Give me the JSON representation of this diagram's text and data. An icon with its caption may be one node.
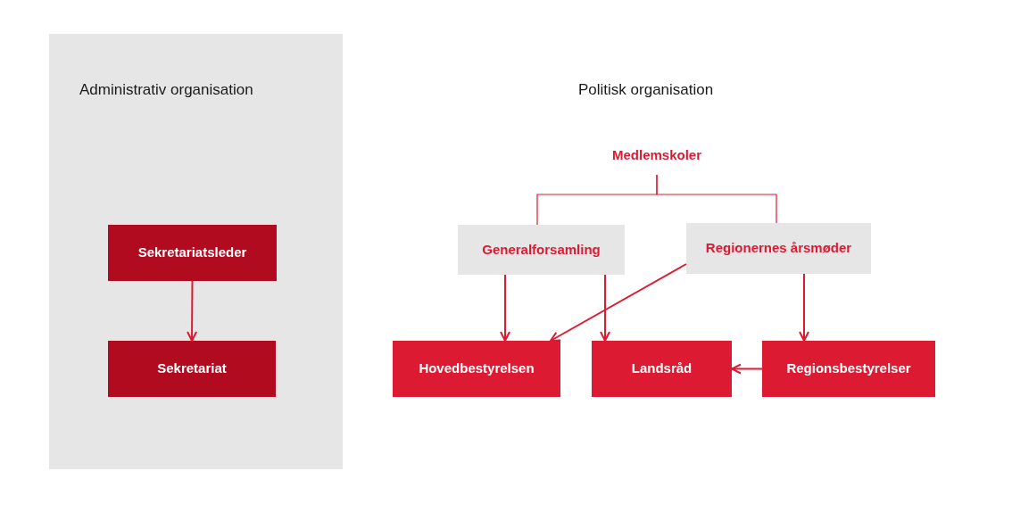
{
  "diagram": {
    "nodes": [
      {
        "text": [
          "Administrativ organisation"
        ]
      },
      {
        "text": [
          "Sekretariatsleder"
        ],
        "in": 0
      },
      {
        "text": [
          "Sekretariat"
        ],
        "in": 0
      },
      {
        "text": [
          "Medlemskoler"
        ]
      },
      {
        "text": [
          "Generalforsamling"
        ]
      },
      {
        "text": [
          "Regionernes årsmøder"
        ]
      },
      {
        "text": [
          "Hovedbestyrelsen"
        ]
      },
      {
        "text": [
          "Landsråd"
        ]
      },
      {
        "text": [
          "Regionsbestyrelser"
        ]
      }
    ],
    "edges": [
      {
        "from": 1,
        "to": 2,
        "arrow": "to"
      },
      {
        "from": 3,
        "to": 4,
        "arrow": "none"
      },
      {
        "from": 3,
        "to": 5,
        "arrow": "none"
      },
      {
        "from": 4,
        "to": 6,
        "arrow": "to"
      },
      {
        "from": 4,
        "to": 7,
        "arrow": "to"
      },
      {
        "from": 5,
        "to": 6,
        "arrow": "to"
      },
      {
        "from": 5,
        "to": 8,
        "arrow": "to"
      },
      {
        "from": 8,
        "to": 7,
        "arrow": "to"
      }
    ],
    "labels": [
      "Politisk organisation"
    ]
  }
}
